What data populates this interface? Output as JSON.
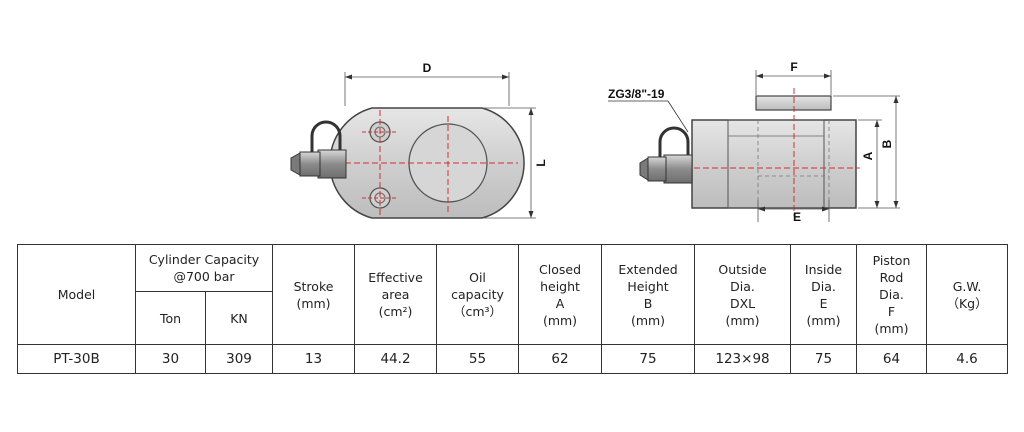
{
  "drawing": {
    "dim_D": "D",
    "dim_L": "L",
    "dim_F": "F",
    "dim_A": "A",
    "dim_B": "B",
    "dim_E": "E",
    "thread_label": "ZG3/8\"-19"
  },
  "table": {
    "headers": {
      "model": "Model",
      "cylinder_capacity": "Cylinder Capacity\n@700 bar",
      "ton": "Ton",
      "kn": "KN",
      "stroke": "Stroke\n(mm)",
      "effective_area": "Effective\narea\n(cm²)",
      "oil_capacity": "Oil\ncapacity\n（cm³）",
      "closed_height": "Closed\nheight\nA\n(mm)",
      "extended_height": "Extended\nHeight\nB\n(mm)",
      "outside_dia": "Outside\nDia.\nDXL\n(mm)",
      "inside_dia": "Inside\nDia.\nE\n(mm)",
      "piston_rod_dia": "Piston\nRod\nDia.\nF\n(mm)",
      "gw": "G.W.\n（Kg）"
    },
    "row": {
      "model": "PT-30B",
      "ton": "30",
      "kn": "309",
      "stroke": "13",
      "effective_area": "44.2",
      "oil_capacity": "55",
      "closed_height": "62",
      "extended_height": "75",
      "outside_dia": "123×98",
      "inside_dia": "75",
      "piston_rod_dia": "64",
      "gw": "4.6"
    }
  }
}
